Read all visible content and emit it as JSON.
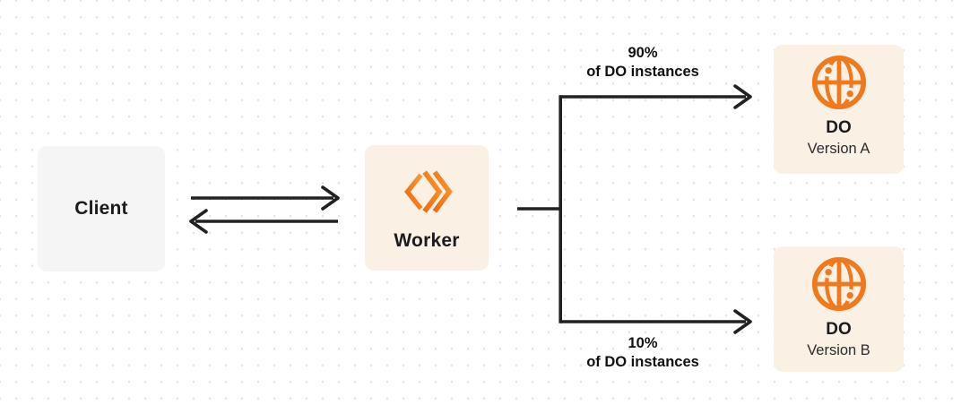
{
  "diagram": {
    "title_hint": "worker-to-durable-objects-traffic-split",
    "nodes": {
      "client": {
        "label": "Client"
      },
      "worker": {
        "label": "Worker",
        "icon": "workers-chevrons-icon"
      },
      "do_a": {
        "title": "DO",
        "subtitle": "Version A",
        "icon": "globe-icon"
      },
      "do_b": {
        "title": "DO",
        "subtitle": "Version B",
        "icon": "globe-icon"
      }
    },
    "edges": {
      "client_to_worker": {
        "direction": "right"
      },
      "worker_to_client": {
        "direction": "left"
      },
      "branch_a": {
        "percent": "90%",
        "caption": "of DO instances"
      },
      "branch_b": {
        "percent": "10%",
        "caption": "of DO instances"
      }
    },
    "colors": {
      "accent_orange": "#f0791c",
      "worker_gradient_start": "#ec6c10",
      "worker_gradient_end": "#f99a36",
      "cream_box": "#faf0e4",
      "gray_box": "#f5f5f6",
      "connector_line": "#212121",
      "text_dark": "#1b1b1d",
      "dot_grid": "#e2e2e3",
      "background": "#ffffff"
    }
  }
}
